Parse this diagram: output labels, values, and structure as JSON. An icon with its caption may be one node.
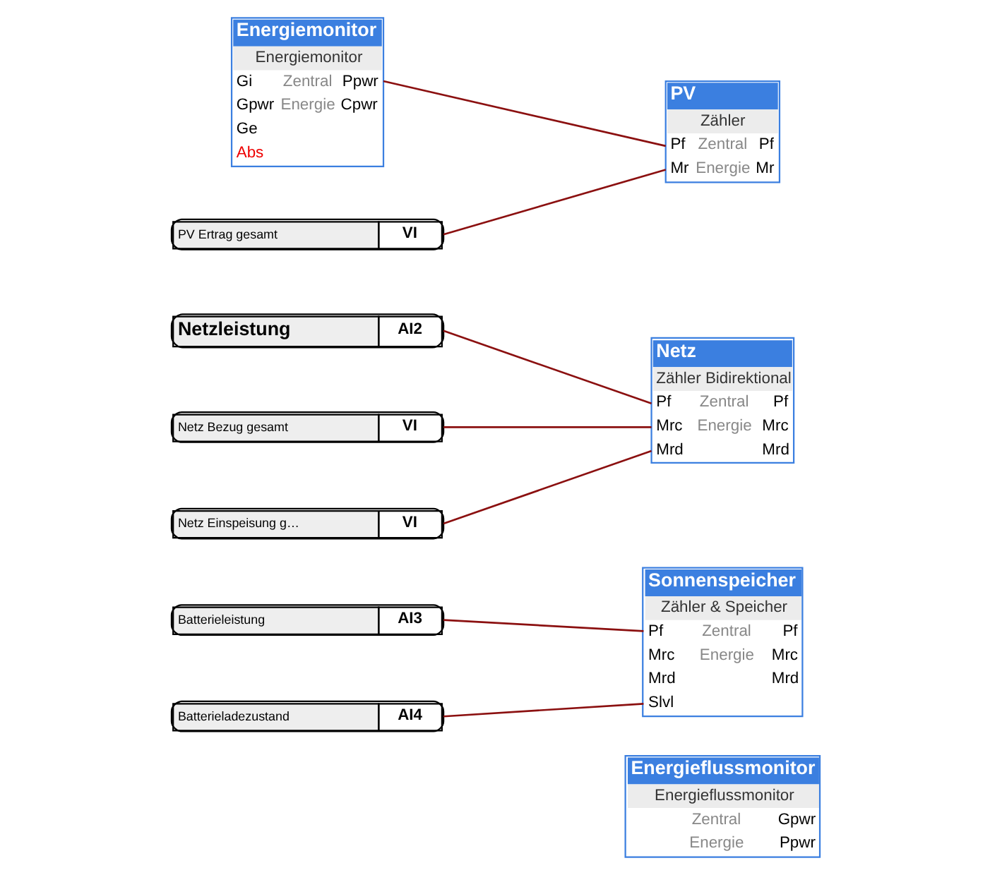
{
  "diagram": {
    "nodes": [
      {
        "text": [
          "Energieflussmonitor",
          "Energieflussmonitor",
          "Zentral",
          "Energie",
          "Gpwr",
          "Ppwr"
        ]
      },
      {
        "text": [
          "Batterieleistung",
          "AI3"
        ]
      },
      {
        "text": [
          "Batterieladezustand",
          "AI4"
        ]
      },
      {
        "text": [
          "Sonnenspeicher",
          "Zähler & Speicher",
          "Zentral",
          "Energie",
          "Pf",
          "Mrc",
          "Mrd",
          "Slvl",
          "Pf",
          "Mrc",
          "Mrd"
        ]
      },
      {
        "text": [
          "Netzleistung",
          "AI2"
        ]
      },
      {
        "text": [
          "Netz Bezug gesamt",
          "VI"
        ]
      },
      {
        "text": [
          "Netz Einspeisung g…",
          "VI"
        ]
      },
      {
        "text": [
          "Netz",
          "Zähler Bidirektional",
          "Zentral",
          "Energie",
          "Pf",
          "Mrc",
          "Mrd",
          "Pf",
          "Mrc",
          "Mrd"
        ]
      },
      {
        "text": [
          "Energiemonitor",
          "Energiemonitor",
          "Zentral",
          "Energie",
          "Gi",
          "Gpwr",
          "Ge",
          "Abs",
          "Ppwr",
          "Cpwr"
        ]
      },
      {
        "text": [
          "PV",
          "Zähler",
          "Zentral",
          "Energie",
          "Pf",
          "Mr",
          "Pf",
          "Mr"
        ]
      },
      {
        "text": [
          "PV Ertrag gesamt",
          "VI"
        ]
      }
    ],
    "edges": [
      {
        "from": 1,
        "to": 3,
        "arrow": "none"
      },
      {
        "from": 2,
        "to": 3,
        "arrow": "none"
      },
      {
        "from": 4,
        "to": 7,
        "arrow": "none"
      },
      {
        "from": 5,
        "to": 7,
        "arrow": "none"
      },
      {
        "from": 6,
        "to": 7,
        "arrow": "none"
      },
      {
        "from": 8,
        "to": 9,
        "arrow": "none"
      },
      {
        "from": 10,
        "to": 9,
        "arrow": "none"
      }
    ]
  }
}
